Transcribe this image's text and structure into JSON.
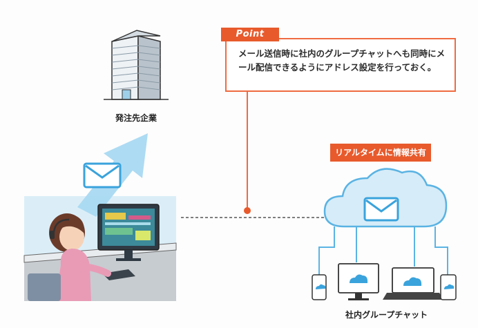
{
  "point": {
    "tag": "Point",
    "text": "メール送信時に社内のグループチャットへも同時にメール配信できるようにアドレス設定を行っておく。"
  },
  "building_label": "発注先企業",
  "badge_label": "リアルタイムに情報共有",
  "devices_label": "社内グループチャット",
  "colors": {
    "accent": "#e85a2c",
    "cloud": "#d6ecf8",
    "cloud_border": "#5ab3e3",
    "arrow": "#a9d9f2",
    "dashed_line": "#555555"
  }
}
